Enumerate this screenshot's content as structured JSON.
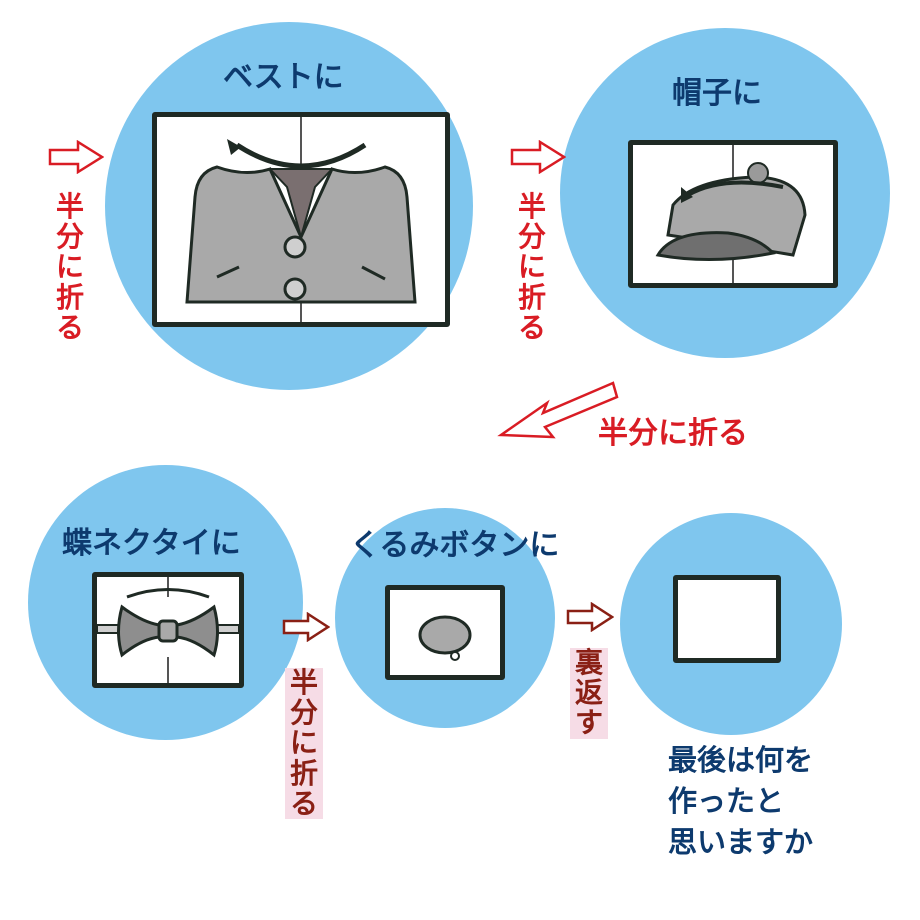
{
  "steps": [
    {
      "label": "ベストに",
      "item": "vest"
    },
    {
      "label": "帽子に",
      "item": "hat"
    },
    {
      "label": "蝶ネクタイに",
      "item": "bowtie"
    },
    {
      "label": "くるみボタンに",
      "item": "covered-button"
    },
    {
      "label": "",
      "item": "blank"
    }
  ],
  "actions": {
    "fold_half_chars": [
      "半",
      "分",
      "に",
      "折",
      "る"
    ],
    "fold_half_text": "半分に折る",
    "flip_chars": [
      "裏",
      "返",
      "す"
    ]
  },
  "question": {
    "lines": [
      "最後は何を",
      "作ったと",
      "思いますか"
    ]
  },
  "colors": {
    "circle": "#7fc6ee",
    "title": "#0d3a6e",
    "fold_red": "#d91c24",
    "fold_dark": "#8a2015",
    "highlight": "#f6dce6",
    "ink": "#1f2a24"
  }
}
